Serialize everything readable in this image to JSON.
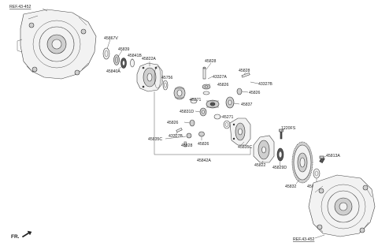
{
  "diagram": {
    "labels": {
      "ref_top": "REF.43-452",
      "ref_bottom": "REF.43-452",
      "p45867V": "45867V",
      "p45839": "45839",
      "p45841B": "45841B",
      "p45822A": "45822A",
      "p45840A": "45840A",
      "p45828_top": "45828",
      "p43327A": "43327A",
      "p45826_a": "45826",
      "p45828_right": "45828",
      "p43327B": "43327B",
      "p45826_b": "45826",
      "p45756_top": "45756",
      "p45271_top": "45271",
      "p45837": "45837",
      "p45831D": "45831D",
      "p45271_bot": "45271",
      "p45826_c": "45826",
      "p45756_bot": "45756",
      "p43327B_low": "43327B",
      "p45835C_left": "45835C",
      "p45828_low": "45828",
      "p45826_d": "45826",
      "p45835C_right": "45835C",
      "p1220FS": "1220FS",
      "p45842A": "45842A",
      "p45822": "45822",
      "p45813A": "45813A",
      "p45829D": "45829D",
      "p45867T": "45867T",
      "p45832": "45832",
      "fr": "FR."
    }
  }
}
